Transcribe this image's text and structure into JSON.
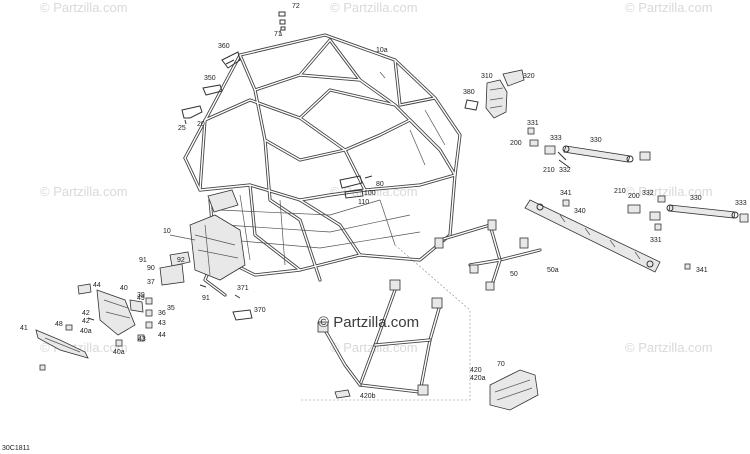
{
  "watermarks": [
    "© Partzilla.com",
    "© Partzilla.com",
    "© Partzilla.com",
    "© Partzilla.com",
    "© Partzilla.com",
    "© Partzilla.com",
    "© Partzilla.com",
    "© Partzilla.com",
    "© Partzilla.com"
  ],
  "center_watermark": "© Partzilla.com",
  "diagram_code": "30C1811",
  "callouts": [
    "72",
    "71",
    "360",
    "10a",
    "350",
    "25",
    "20",
    "310",
    "320",
    "380",
    "331",
    "333",
    "330",
    "200",
    "210",
    "332",
    "80",
    "100",
    "110",
    "341",
    "210",
    "200",
    "332",
    "330",
    "333",
    "331",
    "10",
    "92",
    "91",
    "90",
    "37",
    "39",
    "91",
    "371",
    "370",
    "44",
    "40",
    "49",
    "35",
    "42",
    "36",
    "43",
    "41",
    "48",
    "40a",
    "42",
    "40a",
    "43",
    "44",
    "50",
    "50a",
    "340",
    "341",
    "420",
    "420a",
    "420b",
    "70"
  ]
}
